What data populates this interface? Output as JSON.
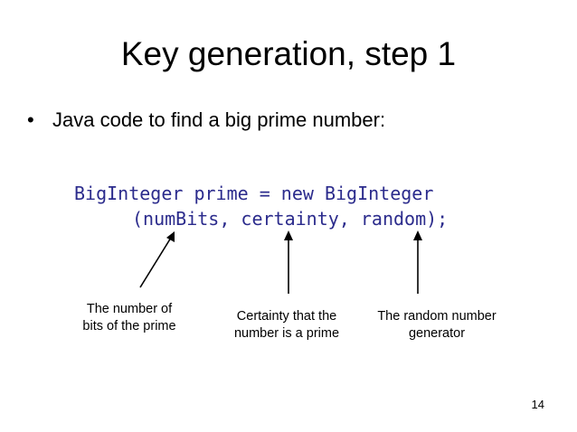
{
  "slide": {
    "title": "Key generation, step 1",
    "bullet_symbol": "•",
    "bullet_text": "Java code to find a big prime number:",
    "code": {
      "line1": "BigInteger prime = new BigInteger",
      "line2": "(numBits, certainty, random);"
    },
    "captions": {
      "num_bits": "The number of\nbits of the prime",
      "certainty": "Certainty that the\nnumber is a prime",
      "random": "The random number\ngenerator"
    },
    "page_number": "14"
  },
  "colors": {
    "code_text": "#2b2b8c",
    "text": "#000000",
    "background": "#ffffff"
  }
}
